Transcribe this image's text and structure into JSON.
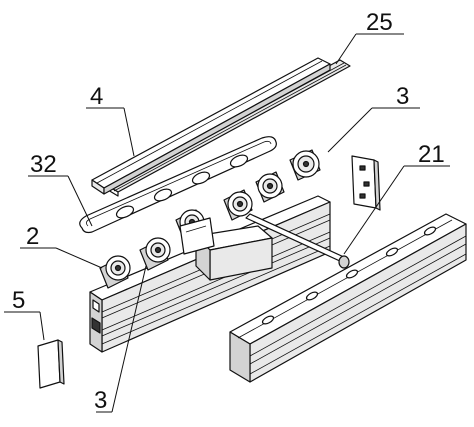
{
  "diagram": {
    "labels": [
      {
        "id": "label-25",
        "text": "25"
      },
      {
        "id": "label-4",
        "text": "4"
      },
      {
        "id": "label-3-top",
        "text": "3"
      },
      {
        "id": "label-32",
        "text": "32"
      },
      {
        "id": "label-21",
        "text": "21"
      },
      {
        "id": "label-2",
        "text": "2"
      },
      {
        "id": "label-5",
        "text": "5"
      },
      {
        "id": "label-3-bottom",
        "text": "3"
      }
    ]
  },
  "colors": {
    "ink": "#111111",
    "light_shade": "#e9e9e9",
    "mid_shade": "#d3d3d3",
    "dark_shade": "#bdbdbd"
  }
}
